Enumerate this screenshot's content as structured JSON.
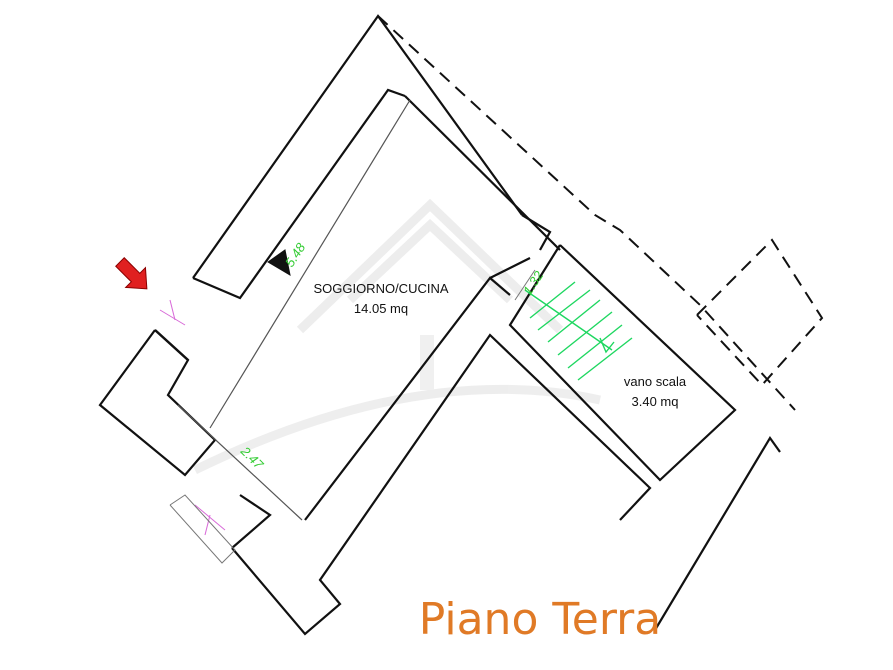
{
  "rooms": {
    "soggiorno": {
      "name": "SOGGIORNO/CUCINA",
      "area": "14.05 mq"
    },
    "vano_scala": {
      "name": "vano scala",
      "area": "3.40 mq"
    }
  },
  "dimensions": {
    "length": "5.48",
    "width": "2.47",
    "stair": "1.32"
  },
  "floor_title": "Piano Terra",
  "colors": {
    "walls": "#111111",
    "dimensions": "#33cc33",
    "stairs": "#1ed760",
    "doors": "#d86ad8",
    "title": "#e07a26",
    "entrance_arrow": "#e02020"
  },
  "icons": {
    "entrance": "entrance-arrow-icon",
    "watermark": "house-watermark-icon"
  }
}
